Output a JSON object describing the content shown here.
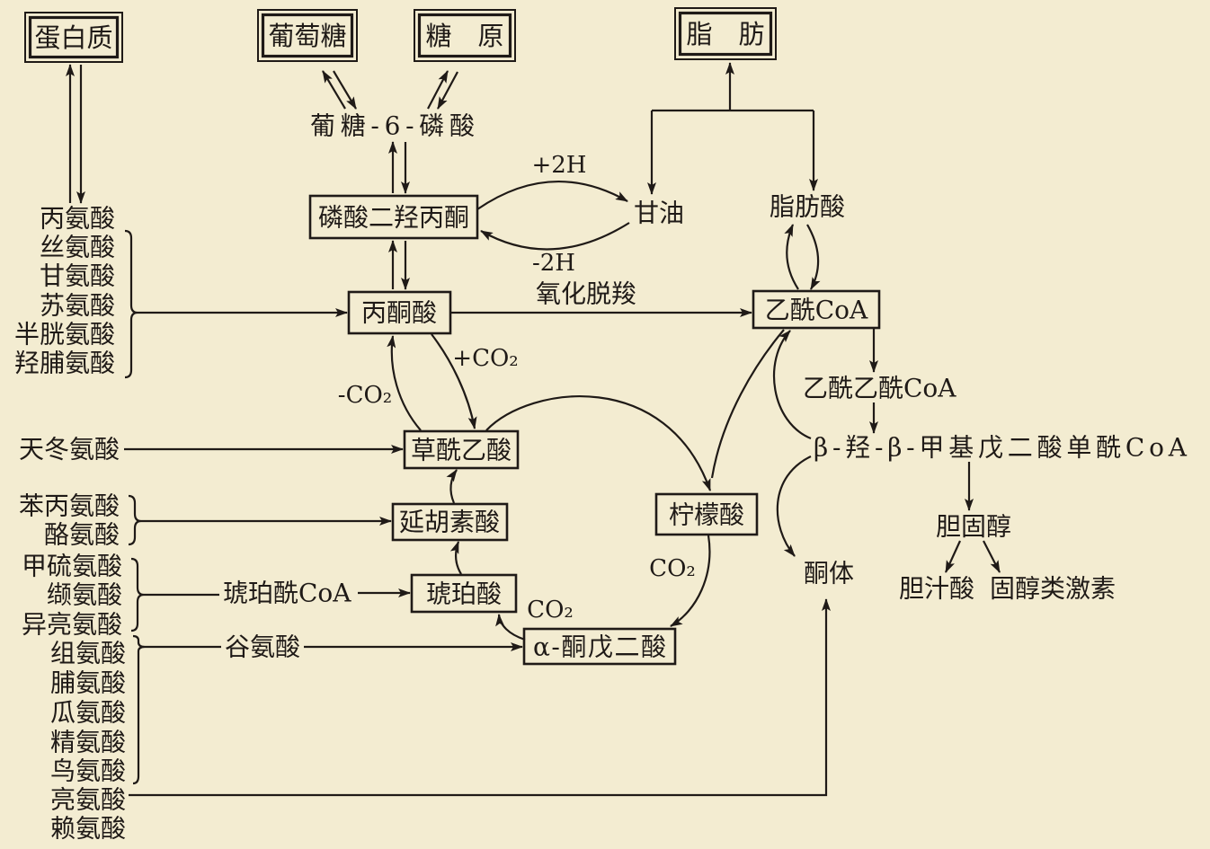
{
  "palette": {
    "ink": "#1f1a17",
    "paper": "#f3ecd1"
  },
  "nodes": {
    "protein": "蛋白质",
    "glucose": "葡萄糖",
    "glycogen": "糖　原",
    "fat": "脂　肪",
    "g6p": "葡糖-6-磷酸",
    "dhap": "磷酸二羟丙酮",
    "glycerol": "甘油",
    "fatty_acid": "脂肪酸",
    "pyruvate": "丙酮酸",
    "acetyl_coa": "乙酰CoA",
    "acetoacetyl_coa": "乙酰乙酰CoA",
    "hmg_coa": "β-羟-β-甲基戊二酸单酰CoA",
    "oxaloacetate": "草酰乙酸",
    "citrate": "柠檬酸",
    "fumarate": "延胡素酸",
    "succinate": "琥珀酸",
    "succinyl_coa": "琥珀酰CoA",
    "alpha_kg": "α-酮戊二酸",
    "glutamate": "谷氨酸",
    "cholesterol": "胆固醇",
    "bile_acid": "胆汁酸",
    "steroid_hormones": "固醇类激素",
    "ketone_bodies": "酮体"
  },
  "reaction_labels": {
    "plus_2h": "+2H",
    "minus_2h": "-2H",
    "oxidative_decarboxylation": "氧化脱羧",
    "plus_co2": "+CO₂",
    "minus_co2": "-CO₂",
    "co2_citrate": "CO₂",
    "co2_alpha_kg": "CO₂"
  },
  "amino_acids": {
    "to_pyruvate": [
      "丙氨酸",
      "丝氨酸",
      "甘氨酸",
      "苏氨酸",
      "半胱氨酸",
      "羟脯氨酸"
    ],
    "to_oxaloacetate": [
      "天冬氨酸"
    ],
    "to_fumarate": [
      "苯丙氨酸",
      "酪氨酸"
    ],
    "to_succinyl_coa": [
      "甲硫氨酸",
      "缬氨酸",
      "异亮氨酸"
    ],
    "to_glutamate": [
      "组氨酸",
      "脯氨酸",
      "瓜氨酸",
      "精氨酸",
      "鸟氨酸"
    ],
    "to_ketone_bodies": [
      "亮氨酸",
      "赖氨酸"
    ]
  }
}
